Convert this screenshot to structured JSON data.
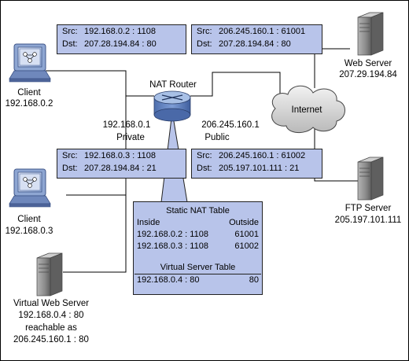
{
  "router": {
    "title": "NAT Router",
    "private_ip": "192.168.0.1",
    "private_label": "Private",
    "public_ip": "206.245.160.1",
    "public_label": "Public"
  },
  "internet": {
    "label": "Internet"
  },
  "client1": {
    "name": "Client",
    "ip": "192.168.0.2"
  },
  "client2": {
    "name": "Client",
    "ip": "192.168.0.3"
  },
  "vserver": {
    "name": "Virtual Web Server",
    "ip": "192.168.0.4 : 80",
    "reach": "reachable as",
    "public": "206.245.160.1 : 80"
  },
  "webserver": {
    "name": "Web Server",
    "ip": "207.29.194.84"
  },
  "ftpserver": {
    "name": "FTP Server",
    "ip": "205.197.101.111"
  },
  "packets": {
    "p1": {
      "src_key": "Src:",
      "src": "192.168.0.2 : 1108",
      "dst_key": "Dst:",
      "dst": "207.28.194.84 : 80"
    },
    "p2": {
      "src_key": "Src:",
      "src": "206.245.160.1 : 61001",
      "dst_key": "Dst:",
      "dst": "207.28.194.84 : 80"
    },
    "p3": {
      "src_key": "Src:",
      "src": "192.168.0.3 : 1108",
      "dst_key": "Dst:",
      "dst": "207.28.194.84 : 21"
    },
    "p4": {
      "src_key": "Src:",
      "src": "206.245.160.1 : 61002",
      "dst_key": "Dst:",
      "dst": "205.197.101.111 : 21"
    }
  },
  "nat_table": {
    "title": "Static NAT Table",
    "col_inside": "Inside",
    "col_outside": "Outside",
    "rows": [
      {
        "inside": "192.168.0.2 : 1108",
        "outside": "61001"
      },
      {
        "inside": "192.168.0.3 : 1108",
        "outside": "61002"
      }
    ],
    "vs_title": "Virtual Server Table",
    "vs_row": {
      "inside": "192.168.0.4 : 80",
      "outside": "80"
    }
  },
  "colors": {
    "box_fill": "#b8c4ea",
    "router_body": "#6f8fc8",
    "router_top": "#9db6e0",
    "server_gray": "#8c8c8c"
  }
}
